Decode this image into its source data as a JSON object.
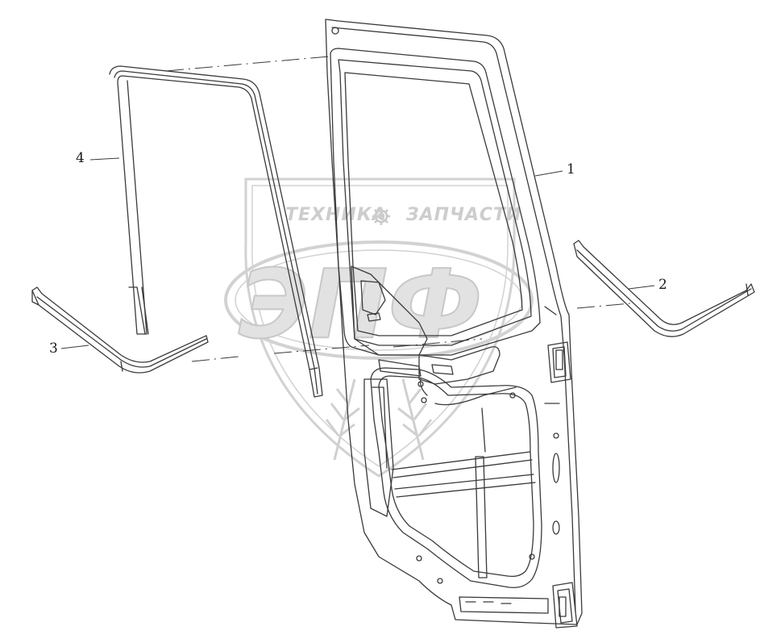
{
  "watermark": {
    "line_left": "ТЕХНИКА",
    "line_right": "ЗАПЧАСТИ",
    "logo_letters": "ЭПФ"
  },
  "callouts": [
    {
      "id": "1",
      "label": "1"
    },
    {
      "id": "2",
      "label": "2"
    },
    {
      "id": "3",
      "label": "3"
    },
    {
      "id": "4",
      "label": "4"
    }
  ],
  "colors": {
    "line": "#3a3a3a",
    "watermark": "#d4d4d4"
  }
}
